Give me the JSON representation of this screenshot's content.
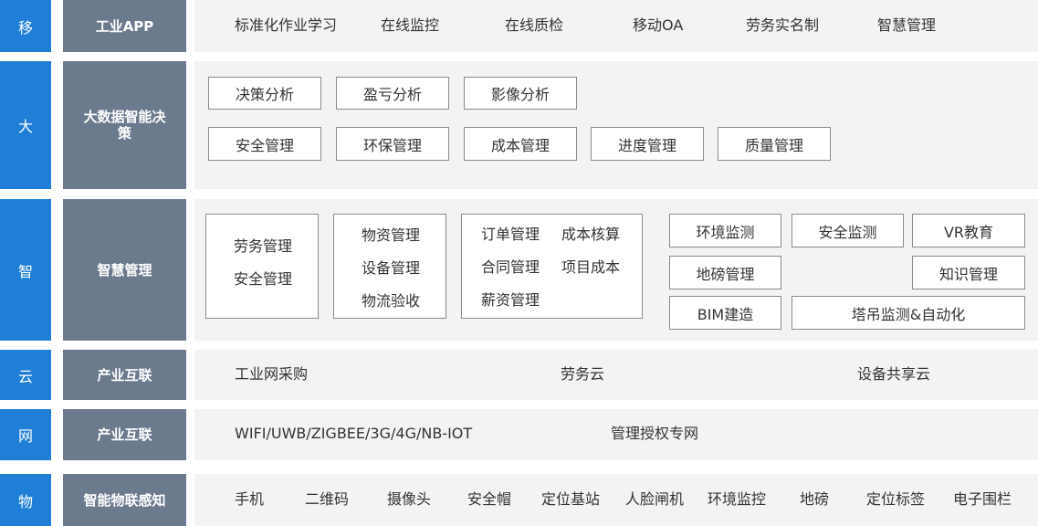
{
  "rows": [
    {
      "side": "移",
      "label": "工业APP",
      "items": [
        "标准化作业学习",
        "在线监控",
        "在线质检",
        "移动OA",
        "劳务实名制",
        "智慧管理"
      ]
    },
    {
      "side": "大",
      "label": "大数据智能决策",
      "row1": [
        "决策分析",
        "盈亏分析",
        "影像分析"
      ],
      "row2": [
        "安全管理",
        "环保管理",
        "成本管理",
        "进度管理",
        "质量管理"
      ]
    },
    {
      "side": "智",
      "label": "智慧管理",
      "group1": [
        "劳务管理",
        "安全管理"
      ],
      "group2": [
        "物资管理",
        "设备管理",
        "物流验收"
      ],
      "group3": [
        "订单管理",
        "成本核算",
        "合同管理",
        "项目成本",
        "薪资管理"
      ],
      "boxes": [
        "环境监测",
        "安全监测",
        "VR教育",
        "地磅管理",
        "知识管理",
        "BIM建造",
        "塔吊监测&自动化"
      ]
    },
    {
      "side": "云",
      "label": "产业互联",
      "items": [
        "工业网采购",
        "劳务云",
        "设备共享云"
      ]
    },
    {
      "side": "网",
      "label": "产业互联",
      "items": [
        "WIFI/UWB/ZIGBEE/3G/4G/NB-IOT",
        "管理授权专网"
      ]
    },
    {
      "side": "物",
      "label": "智能物联感知",
      "items": [
        "手机",
        "二维码",
        "摄像头",
        "安全帽",
        "定位基站",
        "人脸闸机",
        "环境监控",
        "地磅",
        "定位标签",
        "电子围栏"
      ]
    }
  ]
}
